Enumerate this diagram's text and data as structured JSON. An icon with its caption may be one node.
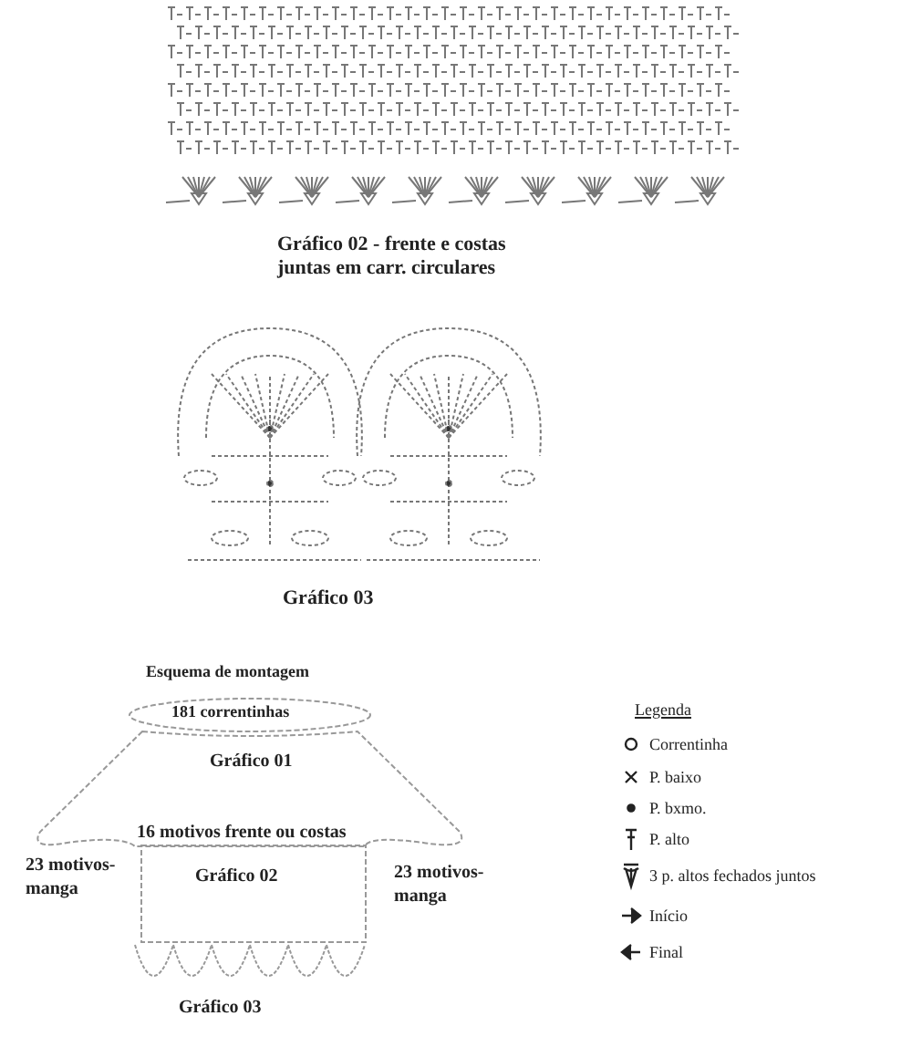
{
  "diagram": {
    "nodes": [
      {
        "text": [
          "181 correntinhas"
        ]
      },
      {
        "text": [
          "Gráfico 01"
        ]
      },
      {
        "text": [
          "Gráfico 02"
        ]
      }
    ],
    "labels": [
      "Gráfico 02 - frente e costas juntas em carr. circulares",
      "Gráfico 03",
      "Esquema de montagem",
      "16 motivos frente ou costas",
      "23 motivos-manga",
      "23 motivos-manga",
      "Gráfico 03",
      "Legenda"
    ],
    "legend": [
      {
        "text": "Correntinha"
      },
      {
        "text": "P. baixo"
      },
      {
        "text": "P. bxmo."
      },
      {
        "text": "P. alto"
      },
      {
        "text": "3 p. altos fechados juntos"
      },
      {
        "text": "Início"
      },
      {
        "text": "Final"
      }
    ]
  }
}
